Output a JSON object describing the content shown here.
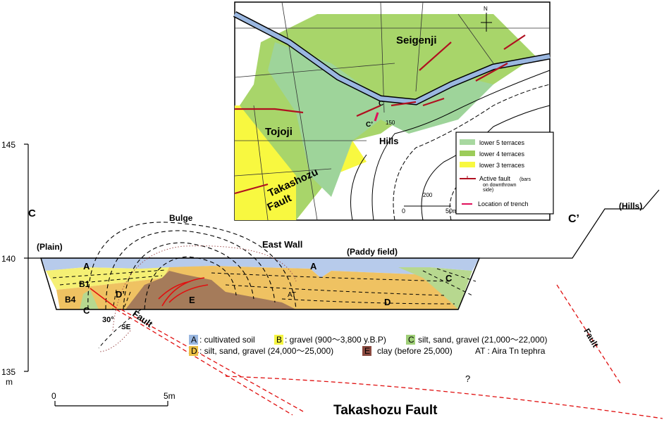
{
  "section": {
    "axis": {
      "ticks": [
        "145",
        "140",
        "135"
      ],
      "unit": "m"
    },
    "end_left": "C",
    "end_right": "C’",
    "labels": {
      "plain": "(Plain)",
      "hills": "(Hills)",
      "bulge": "Bulge",
      "east_wall": "East Wall",
      "paddy": "(Paddy field)"
    },
    "units": {
      "A1": "A",
      "A2": "A",
      "B1": "B1",
      "B4": "B4",
      "C1": "C",
      "C2": "C",
      "D1": "D’",
      "D2": "D",
      "E": "E",
      "AT": "AT"
    },
    "fault_labels": {
      "fault1": "Fault",
      "fault2": "Fault",
      "angle": "30°",
      "dir": "SE",
      "question": "?"
    },
    "scale": {
      "zero": "0",
      "five": "5m"
    },
    "title": "Takashozu Fault"
  },
  "legend_units": [
    {
      "key": "A",
      "text": ": cultivated soil",
      "color": "#9ab7e0"
    },
    {
      "key": "B",
      "text": ": gravel (900〜3,800 y.B.P)",
      "color": "#f5f542"
    },
    {
      "key": "C",
      "text": "silt, sand, gravel (21,000〜22,000)",
      "color": "#9fcf78"
    },
    {
      "key": "D",
      "text": ": silt, sand, gravel (24,000〜25,000)",
      "color": "#ecbf45"
    },
    {
      "key": "E",
      "text": "clay (before 25,000)",
      "color": "#8a4a40"
    },
    {
      "key": "AT",
      "text": "AT : Aira Tn tephra"
    }
  ],
  "map": {
    "places": {
      "seigenji": "Seigenji",
      "tojoji": "Tojoji",
      "hills": "Hills",
      "fault1": "Takashozu",
      "fault2": "Fault",
      "c": "C",
      "c2": "C’",
      "contour150": "150",
      "contour200": "200",
      "scale0": "0",
      "scale50": "50m",
      "north": "N"
    },
    "legend": [
      {
        "label": "lower 5 terraces",
        "color": "#a8d8a0"
      },
      {
        "label": "lower 4 terraces",
        "color": "#9ccc5a"
      },
      {
        "label": "lower 3 terraces",
        "color": "#f8f840"
      },
      {
        "label": "Active fault",
        "sub1": "(bars",
        "sub2": "on downthrown",
        "sub3": "side)",
        "color": "#b01020"
      },
      {
        "label": "Location of trench",
        "color": "#e0105a"
      }
    ]
  }
}
